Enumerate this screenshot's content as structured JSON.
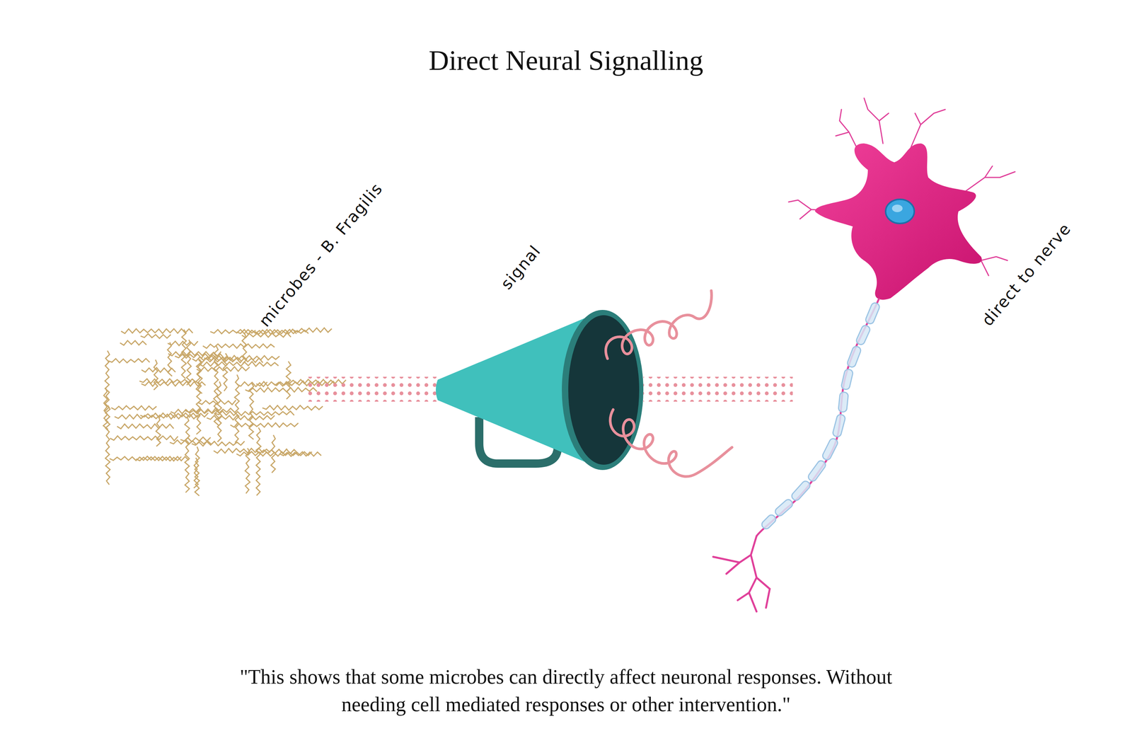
{
  "diagram": {
    "title": "Direct Neural Signalling",
    "caption": "\"This shows that some microbes can directly affect neuronal responses. Without needing cell mediated responses or other intervention.\"",
    "labels": [
      "microbes - B. Fragilis",
      "signal",
      "direct to nerve"
    ]
  }
}
